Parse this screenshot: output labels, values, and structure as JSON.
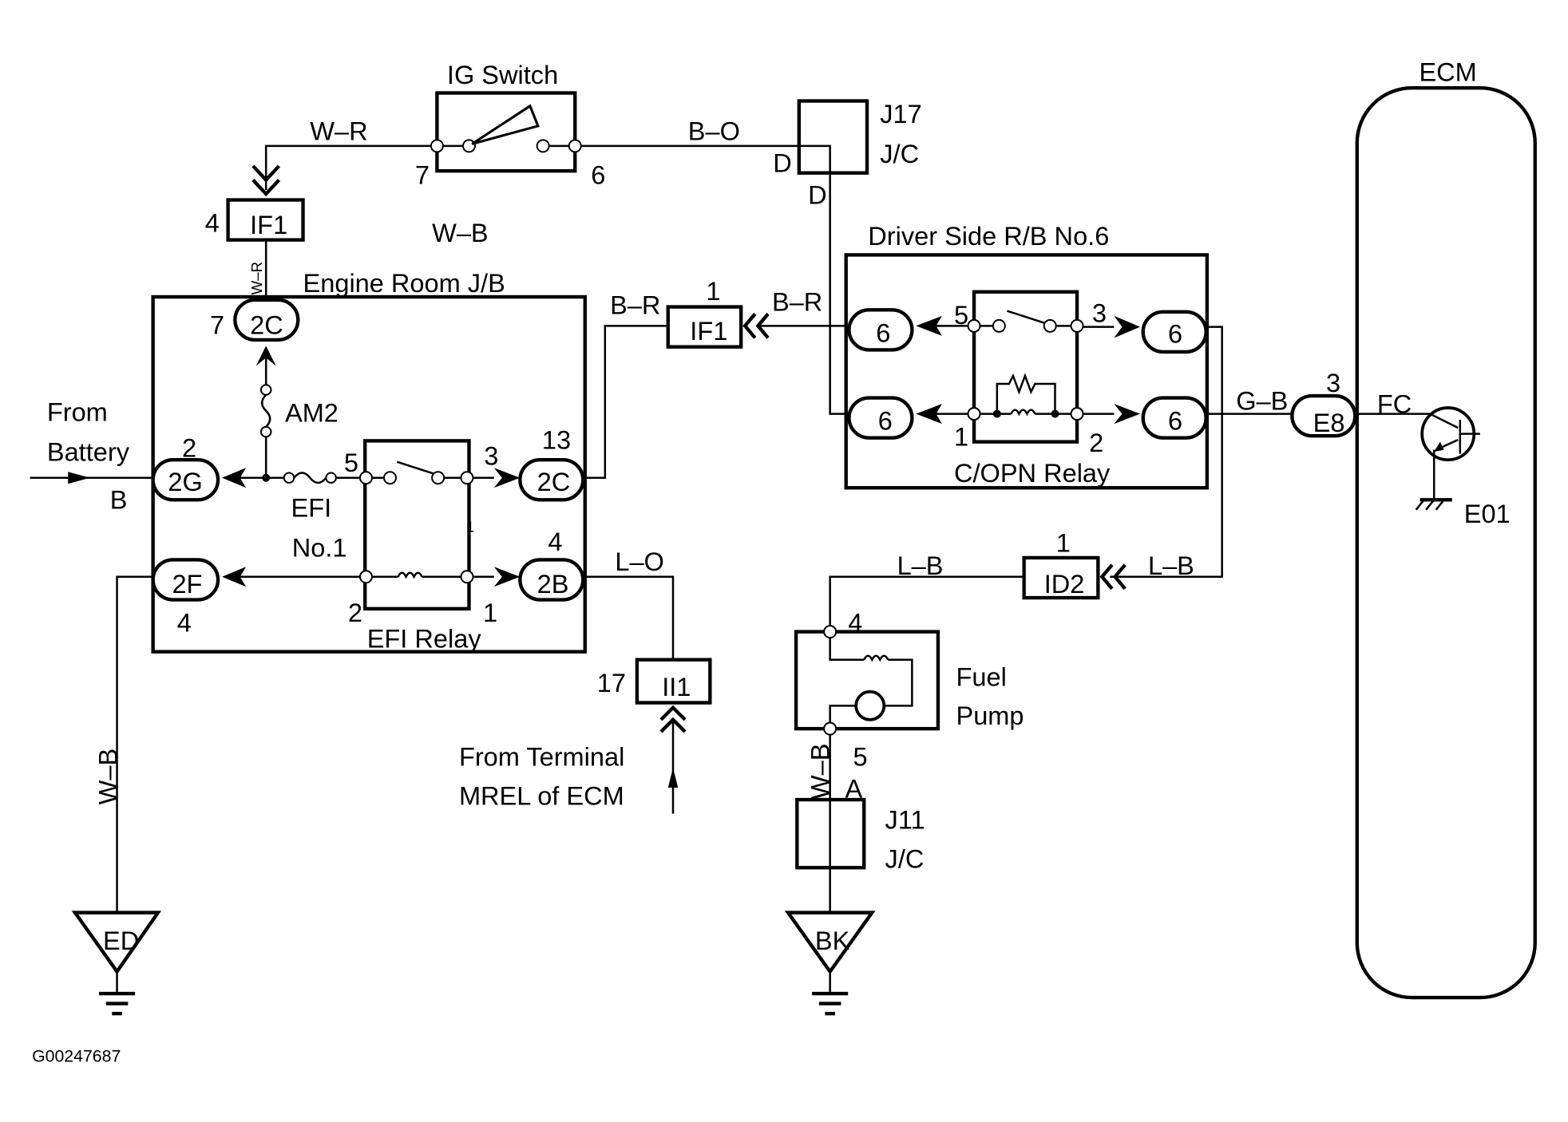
{
  "diagram": {
    "figure_id": "G00247687",
    "components": {
      "ig_switch": {
        "title": "IG Switch",
        "pin_in": "7",
        "pin_out": "6"
      },
      "j17": {
        "name": "J17",
        "type": "J/C",
        "pin_in": "D",
        "pin_out": "D"
      },
      "ecm": {
        "title": "ECM",
        "terminal": "FC",
        "ground": "E01"
      },
      "engine_room_jb": {
        "title": "Engine Room J/B"
      },
      "efi_relay": {
        "title": "EFI Relay",
        "pins": {
          "p5": "5",
          "p3": "3",
          "p2": "2",
          "p1": "1"
        }
      },
      "efi_fuse": {
        "line1": "EFI",
        "line2": "No.1"
      },
      "am2_fuse": {
        "label": "AM2"
      },
      "driver_rb": {
        "title": "Driver Side R/B No.6"
      },
      "copn_relay": {
        "title": "C/OPN Relay",
        "pins": {
          "p5": "5",
          "p3": "3",
          "p1": "1",
          "p2": "2"
        }
      },
      "fuel_pump": {
        "line1": "Fuel",
        "line2": "Pump",
        "pin_in": "4",
        "pin_out": "5"
      },
      "j11": {
        "name": "J11",
        "type": "J/C",
        "pin": "A"
      },
      "ground_ed": {
        "label": "ED"
      },
      "ground_bk": {
        "label": "BK"
      }
    },
    "connectors": {
      "if1_top": {
        "label": "IF1",
        "pin": "4"
      },
      "if1_mid": {
        "label": "IF1",
        "pin": "1"
      },
      "id2": {
        "label": "ID2",
        "pin": "1"
      },
      "ii1": {
        "label": "II1",
        "pin": "17"
      },
      "e8": {
        "label": "E8",
        "pin": "3"
      },
      "jb_2c_top": {
        "label": "2C",
        "pin": "7"
      },
      "jb_2g": {
        "label": "2G",
        "pin": "2"
      },
      "jb_2c_right": {
        "label": "2C",
        "pin": "13"
      },
      "jb_2f": {
        "label": "2F",
        "pin": "4"
      },
      "jb_2b": {
        "label": "2B",
        "pin": "4"
      },
      "rb_6_tl": {
        "label": "6"
      },
      "rb_6_tr": {
        "label": "6"
      },
      "rb_6_bl": {
        "label": "6"
      },
      "rb_6_br": {
        "label": "6"
      }
    },
    "wires": {
      "w_r_top": "W–R",
      "w_r_vert": "W–R",
      "w_b_mid": "W–B",
      "b_o": "B–O",
      "b_r_left": "B–R",
      "b_r_right": "B–R",
      "g_b": "G–B",
      "l_b_left": "L–B",
      "l_b_right": "L–B",
      "l_o": "L–O",
      "w_b_left": "W–B",
      "w_b_pump": "W–B",
      "battery_b": "B"
    },
    "labels": {
      "from_battery_1": "From",
      "from_battery_2": "Battery",
      "from_terminal_1": "From Terminal",
      "from_terminal_2": "MREL of ECM",
      "efi_relay_extra_pin": "1"
    }
  }
}
